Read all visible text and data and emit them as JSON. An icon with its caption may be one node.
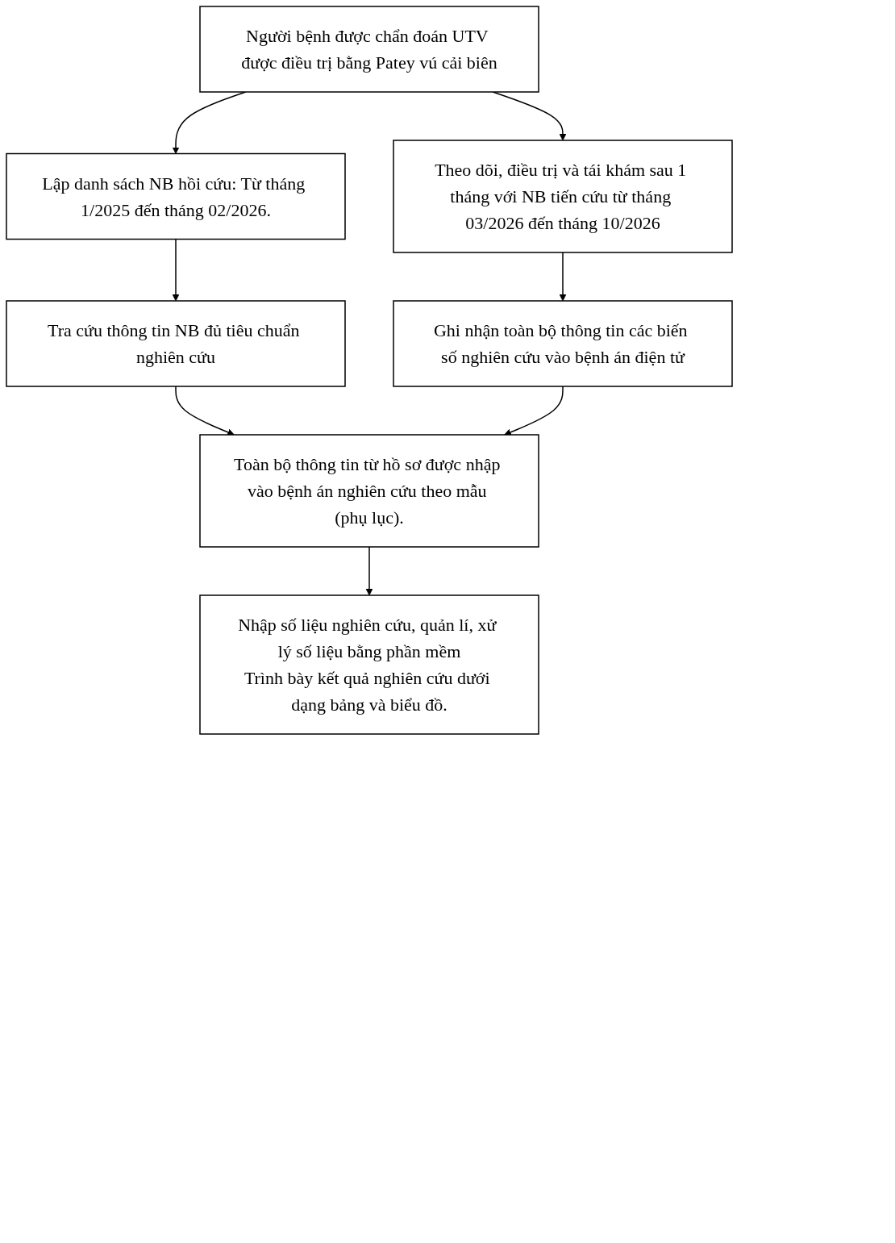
{
  "diagram": {
    "nodes": [
      {
        "text": [
          "Người bệnh được chẩn đoán UTV được điều trị bằng Patey vú cải biên"
        ]
      },
      {
        "text": [
          "Lập danh sách NB hồi cứu: Từ tháng 1/2025 đến tháng 02/2026."
        ]
      },
      {
        "text": [
          "Theo dõi, điều trị và tái khám sau 1 tháng với NB tiến cứu từ tháng 03/2026 đến tháng 10/2026"
        ]
      },
      {
        "text": [
          "Tra cứu thông tin NB đủ tiêu chuẩn nghiên cứu"
        ]
      },
      {
        "text": [
          "Ghi nhận toàn bộ thông tin các biến số nghiên cứu vào bệnh án điện tử"
        ]
      },
      {
        "text": [
          "Toàn bộ thông tin từ hồ sơ được nhập vào bệnh án nghiên cứu theo mẫu (phụ lục)."
        ]
      },
      {
        "text": [
          "Nhập số liệu nghiên cứu, quản lí, xử lý số liệu bằng phần mềm",
          "Trình bày kết quả nghiên cứu dưới dạng bảng và biểu đồ."
        ]
      }
    ],
    "edges": [
      {
        "from": 0,
        "to": 1,
        "arrow": "to"
      },
      {
        "from": 0,
        "to": 2,
        "arrow": "to"
      },
      {
        "from": 1,
        "to": 3,
        "arrow": "to"
      },
      {
        "from": 2,
        "to": 4,
        "arrow": "to"
      },
      {
        "from": 3,
        "to": 5,
        "arrow": "to"
      },
      {
        "from": 4,
        "to": 5,
        "arrow": "to"
      },
      {
        "from": 5,
        "to": 6,
        "arrow": "to"
      }
    ]
  }
}
